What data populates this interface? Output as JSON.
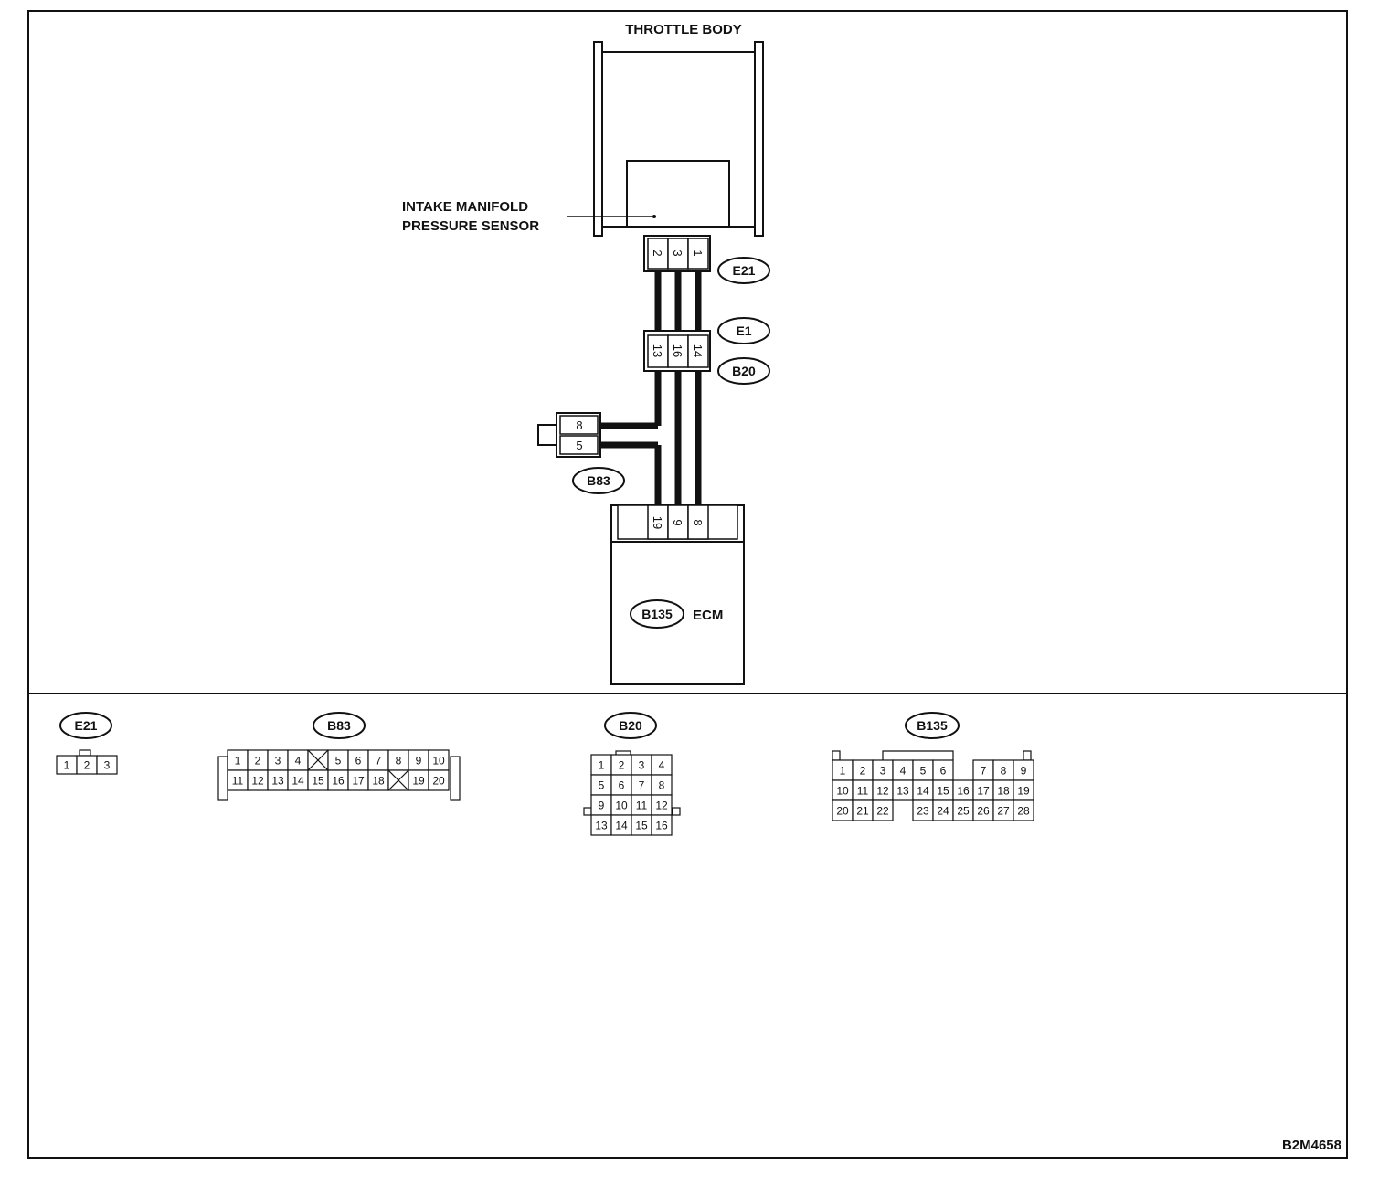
{
  "title": "THROTTLE BODY",
  "sensor_label": [
    "INTAKE MANIFOLD",
    "PRESSURE SENSOR"
  ],
  "ecm_label": "ECM",
  "figure_code": "B2M4658",
  "connectors": {
    "e21": "E21",
    "e1": "E1",
    "b20": "B20",
    "b83": "B83",
    "b135": "B135"
  },
  "harness_pins": {
    "e21": [
      "2",
      "3",
      "1"
    ],
    "e1_b20": [
      "13",
      "16",
      "14"
    ],
    "b83": [
      "8",
      "5"
    ],
    "ecm": [
      "19",
      "9",
      "8"
    ]
  },
  "connector_views": {
    "e21": {
      "label": "E21",
      "pins": [
        "1",
        "2",
        "3"
      ]
    },
    "b83": {
      "label": "B83",
      "row1": [
        "1",
        "2",
        "3",
        "4",
        "",
        "5",
        "6",
        "7",
        "8",
        "9",
        "10"
      ],
      "row2": [
        "11",
        "12",
        "13",
        "14",
        "15",
        "16",
        "17",
        "18",
        "",
        "19",
        "20"
      ]
    },
    "b20": {
      "label": "B20",
      "rows": [
        [
          "1",
          "2",
          "3",
          "4"
        ],
        [
          "5",
          "6",
          "7",
          "8"
        ],
        [
          "9",
          "10",
          "11",
          "12"
        ],
        [
          "13",
          "14",
          "15",
          "16"
        ]
      ]
    },
    "b135": {
      "label": "B135",
      "row1": [
        "1",
        "2",
        "3",
        "4",
        "5",
        "6",
        "",
        "7",
        "8",
        "9"
      ],
      "row2": [
        "10",
        "11",
        "12",
        "13",
        "14",
        "15",
        "16",
        "17",
        "18",
        "19"
      ],
      "row3": [
        "20",
        "21",
        "22",
        "",
        "23",
        "24",
        "25",
        "26",
        "27",
        "28"
      ]
    }
  }
}
